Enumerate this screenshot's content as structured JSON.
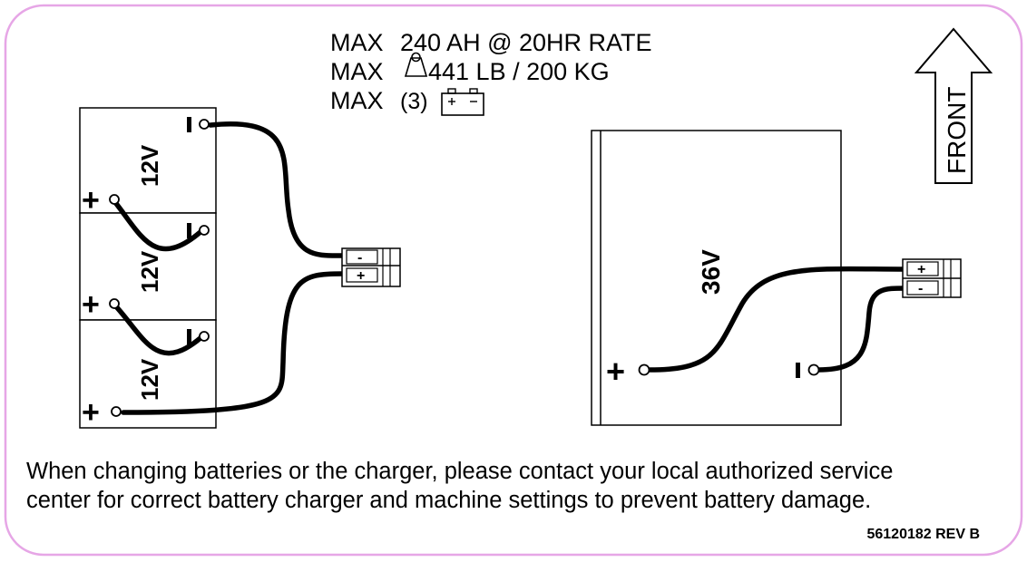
{
  "specs": {
    "line1_max": "MAX",
    "line1_value": "240 AH @ 20HR RATE",
    "line2_max": "MAX",
    "line2_value": "441 LB / 200 KG",
    "line3_max": "MAX",
    "line3_value": "(3)"
  },
  "front_arrow": {
    "label": "FRONT"
  },
  "left_batteries": [
    {
      "voltage": "12V",
      "neg": "-",
      "pos": "+"
    },
    {
      "voltage": "12V",
      "neg": "-",
      "pos": "+"
    },
    {
      "voltage": "12V",
      "neg": "-",
      "pos": "+"
    }
  ],
  "left_connector": {
    "top": "-",
    "bottom": "+"
  },
  "right_battery": {
    "voltage": "36V",
    "pos": "+",
    "neg": "-"
  },
  "right_connector": {
    "top": "+",
    "bottom": "-"
  },
  "footer": {
    "line1": "When changing batteries or the charger, please contact your local authorized service",
    "line2": "center for correct battery charger and machine settings to prevent battery damage.",
    "part_number": "56120182 REV B"
  },
  "colors": {
    "border": "#e6a6e6",
    "ink": "#000000"
  }
}
